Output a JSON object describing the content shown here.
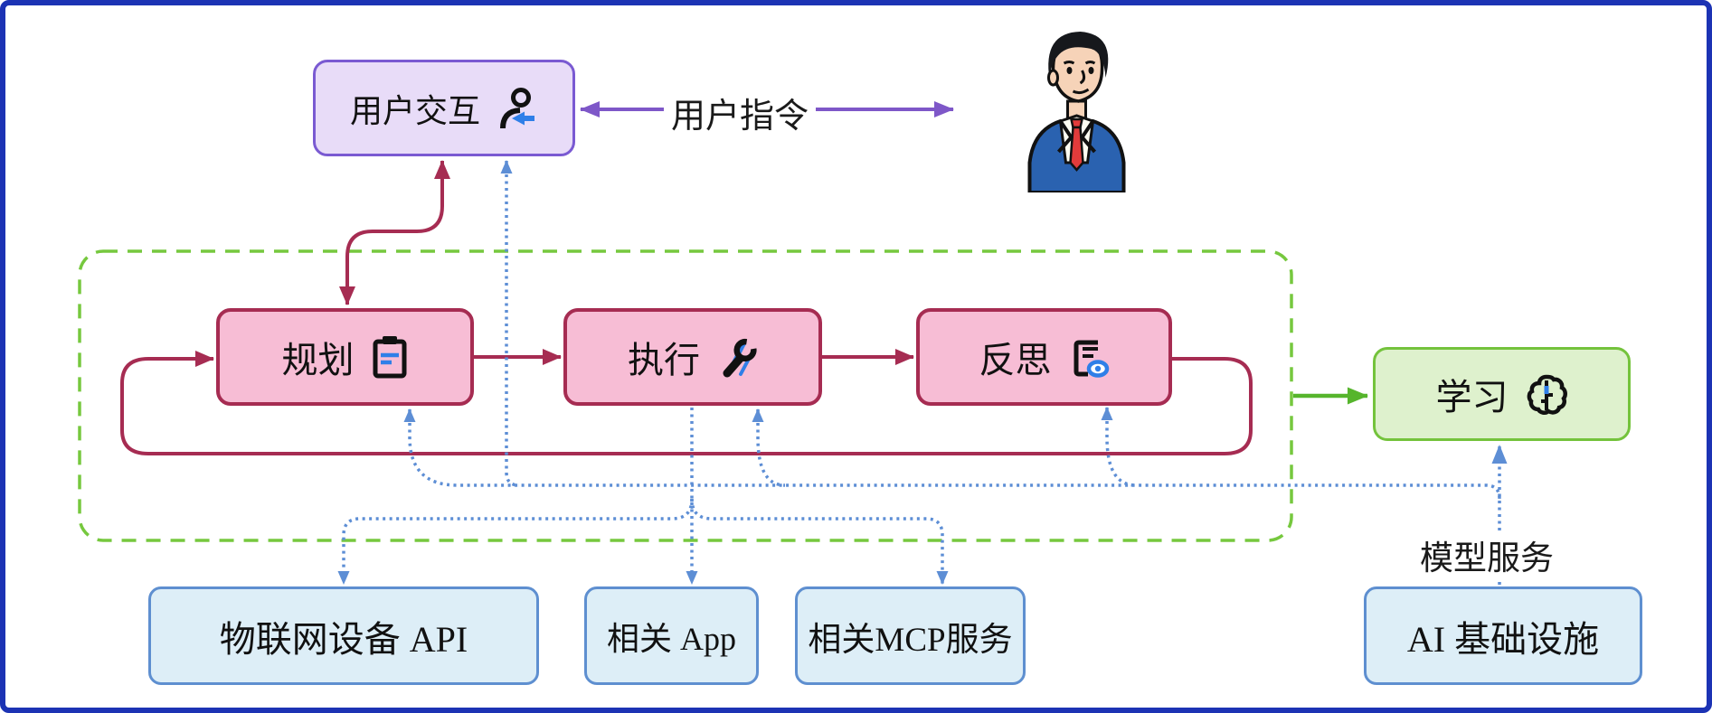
{
  "nodes": {
    "user_interaction": {
      "label": "用户交互",
      "icon": "user-return-icon"
    },
    "planning": {
      "label": "规划",
      "icon": "clipboard-icon"
    },
    "execution": {
      "label": "执行",
      "icon": "wrench-icon"
    },
    "reflection": {
      "label": "反思",
      "icon": "document-eye-icon"
    },
    "learning": {
      "label": "学习",
      "icon": "brain-icon"
    },
    "iot_api": {
      "label": "物联网设备 API"
    },
    "related_app": {
      "label": "相关 App"
    },
    "mcp_service": {
      "label": "相关MCP服务"
    },
    "ai_infra": {
      "label": "AI 基础设施"
    }
  },
  "edge_labels": {
    "user_command": "用户指令",
    "model_service": "模型服务"
  },
  "figures": {
    "user_person": "person-in-blue-suit-illustration"
  },
  "colors": {
    "outer_border": "#1c33b4",
    "crimson_line": "#a62c52",
    "pink_fill": "#f7bdd5",
    "purple_fill": "#e8dcf8",
    "purple_border": "#7a5ad2",
    "purple_line": "#7e57c8",
    "green_fill": "#def1cd",
    "green_border": "#74c33c",
    "green_arrow": "#56b52c",
    "green_dashed_boundary": "#76c83e",
    "blue_dotted_line": "#5d8ed5",
    "lightblue_fill": "#ddeef7",
    "lightblue_border": "#5e8fd0",
    "icon_accent_blue": "#2f7fe8"
  }
}
